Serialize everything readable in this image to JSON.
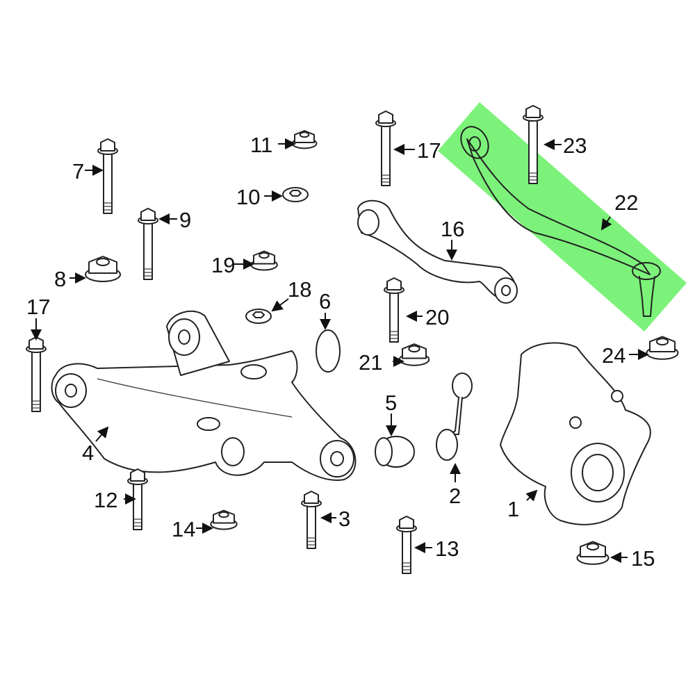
{
  "diagram": {
    "highlight_color": "#7CF27A",
    "highlighted_part": "22",
    "callouts": [
      "1",
      "2",
      "3",
      "4",
      "5",
      "6",
      "7",
      "8",
      "9",
      "10",
      "11",
      "12",
      "13",
      "14",
      "15",
      "16",
      "17",
      "17",
      "18",
      "19",
      "20",
      "21",
      "22",
      "23",
      "24"
    ]
  }
}
